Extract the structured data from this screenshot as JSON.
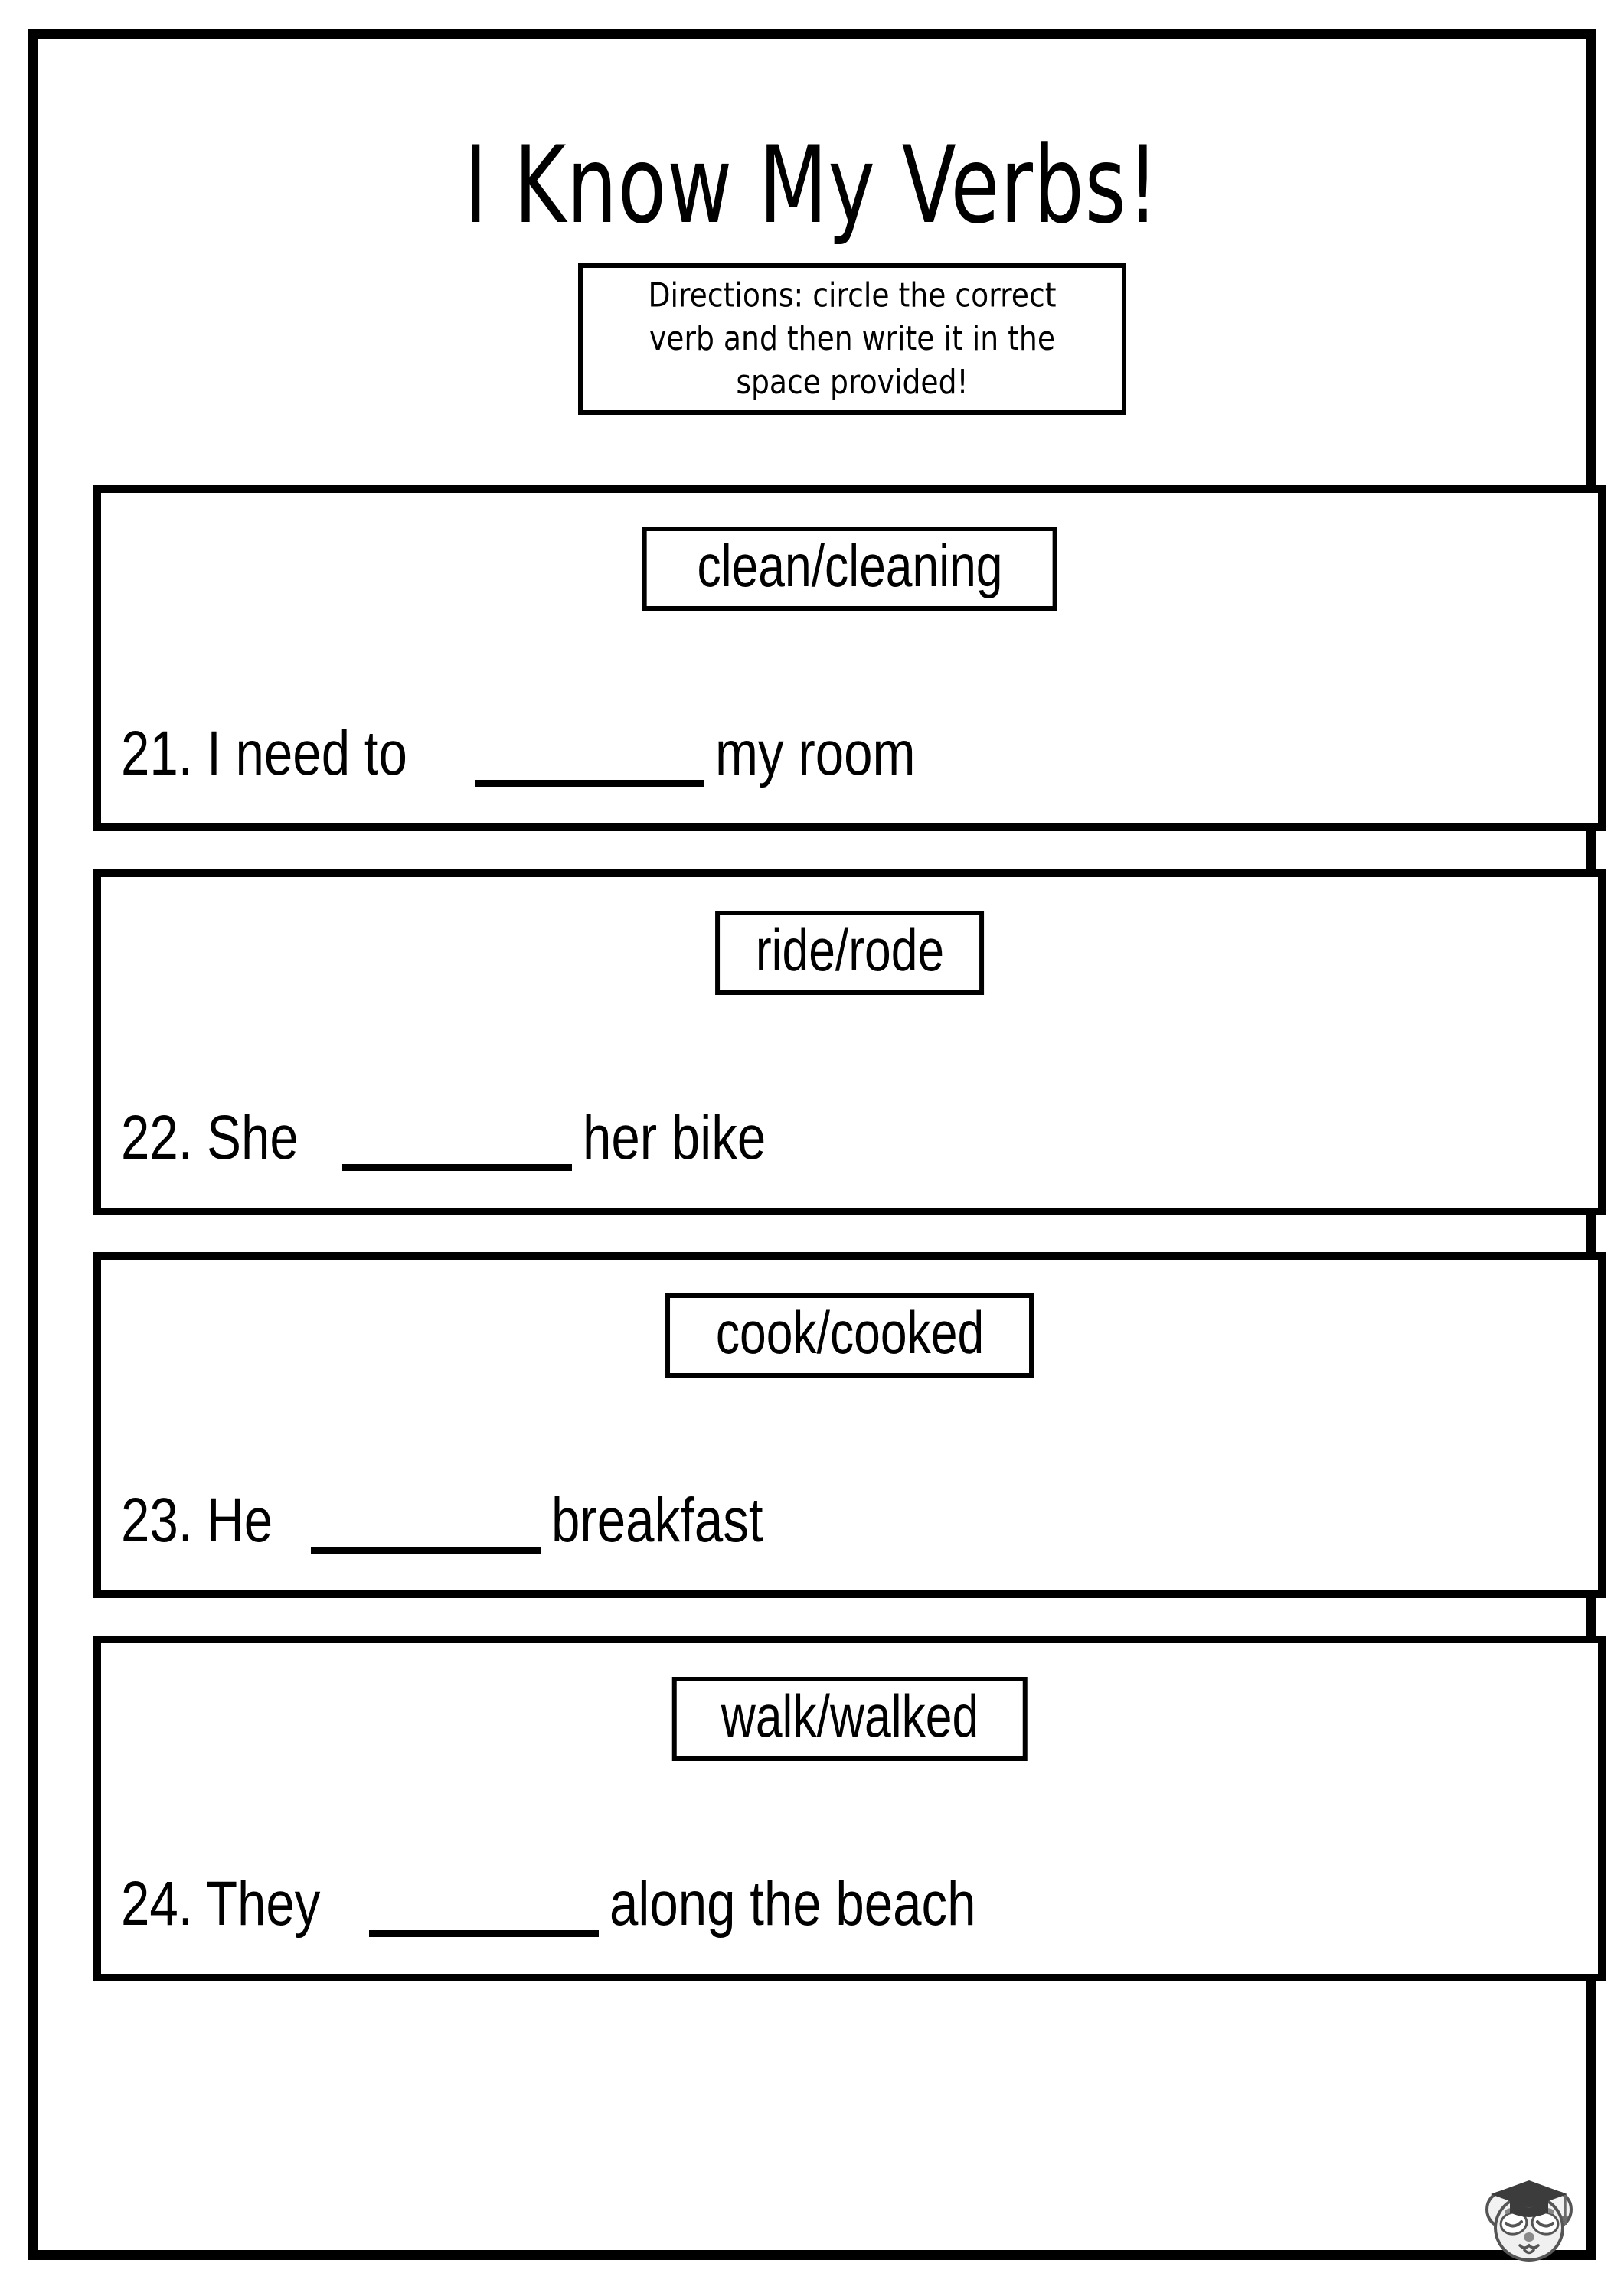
{
  "page": {
    "title": "I Know My Verbs!",
    "directions": "Directions: circle the correct verb and then write it in the space provided!",
    "border_color": "#000000",
    "background_color": "#ffffff",
    "text_color": "#000000"
  },
  "questions": [
    {
      "number": "21.",
      "verb_choice": "clean/cleaning",
      "sentence_prefix": "21. I need to",
      "blank": "__________",
      "sentence_suffix": "my room",
      "full_sentence": "21. I need to __________ my room"
    },
    {
      "number": "22.",
      "verb_choice": "ride/rode",
      "sentence_prefix": "22. She",
      "blank": "__________",
      "sentence_suffix": "her bike",
      "full_sentence": "22. She __________ her bike"
    },
    {
      "number": "23.",
      "verb_choice": "cook/cooked",
      "sentence_prefix": "23. He",
      "blank": "__________",
      "sentence_suffix": "breakfast",
      "full_sentence": "23. He __________ breakfast"
    },
    {
      "number": "24.",
      "verb_choice": "walk/walked",
      "sentence_prefix": "24. They",
      "blank": "__________",
      "sentence_suffix": "along the beach",
      "full_sentence": "24. They __________ along the beach"
    }
  ],
  "logo": {
    "name": "panda-graduate-mascot-icon",
    "cap_color": "#3c3c3c",
    "face_color": "#f0f0f0",
    "outline_color": "#555555"
  }
}
